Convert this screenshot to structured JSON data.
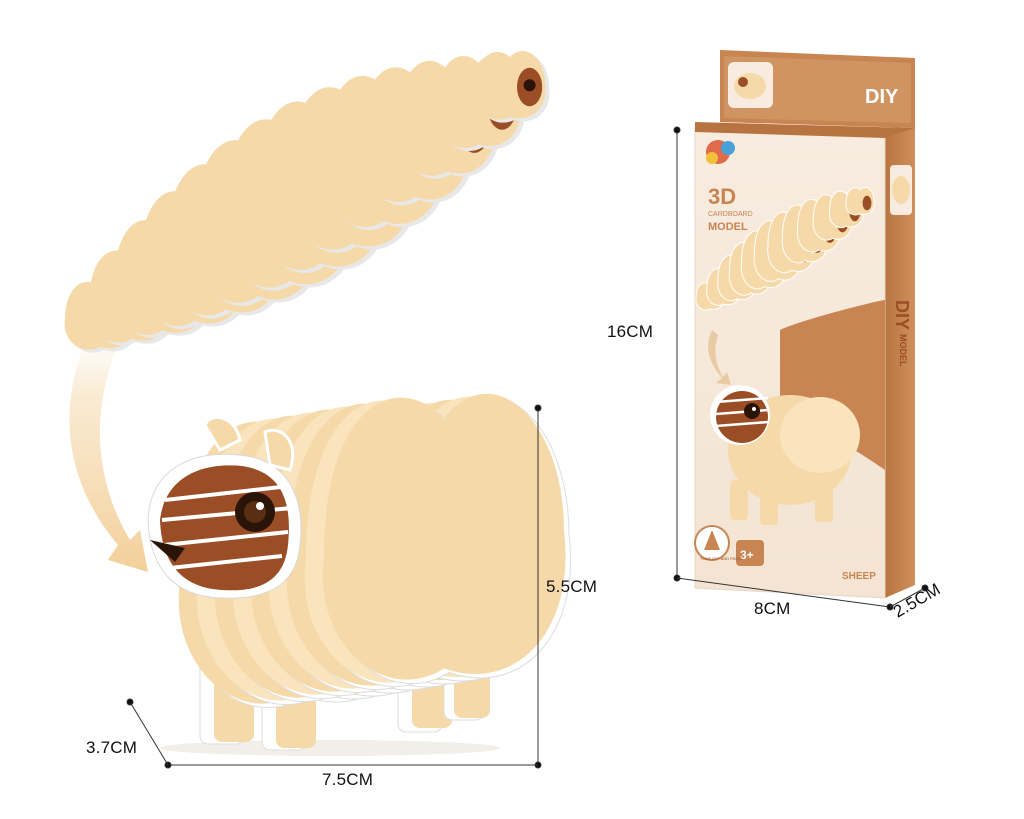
{
  "product": {
    "box_title": "DIY",
    "box_heading": "3D",
    "box_subheading_1": "CARDBOARD",
    "box_subheading_2": "MODEL",
    "side_text": "DIY",
    "side_subtext": "MODEL",
    "age_badge": "3+",
    "tear_off_label": "TEAR OFF AND PASTE",
    "animal_name": "SHEEP"
  },
  "dimensions": {
    "model_height": "5.5CM",
    "model_length": "7.5CM",
    "model_depth": "3.7CM",
    "box_height": "16CM",
    "box_width": "8CM",
    "box_depth": "2.5CM"
  },
  "colors": {
    "cream": "#f6d9a8",
    "cream_light": "#f9e4bd",
    "brown": "#9b4e26",
    "box_tan": "#c88552",
    "box_light": "#f7eadc",
    "white": "#ffffff"
  }
}
